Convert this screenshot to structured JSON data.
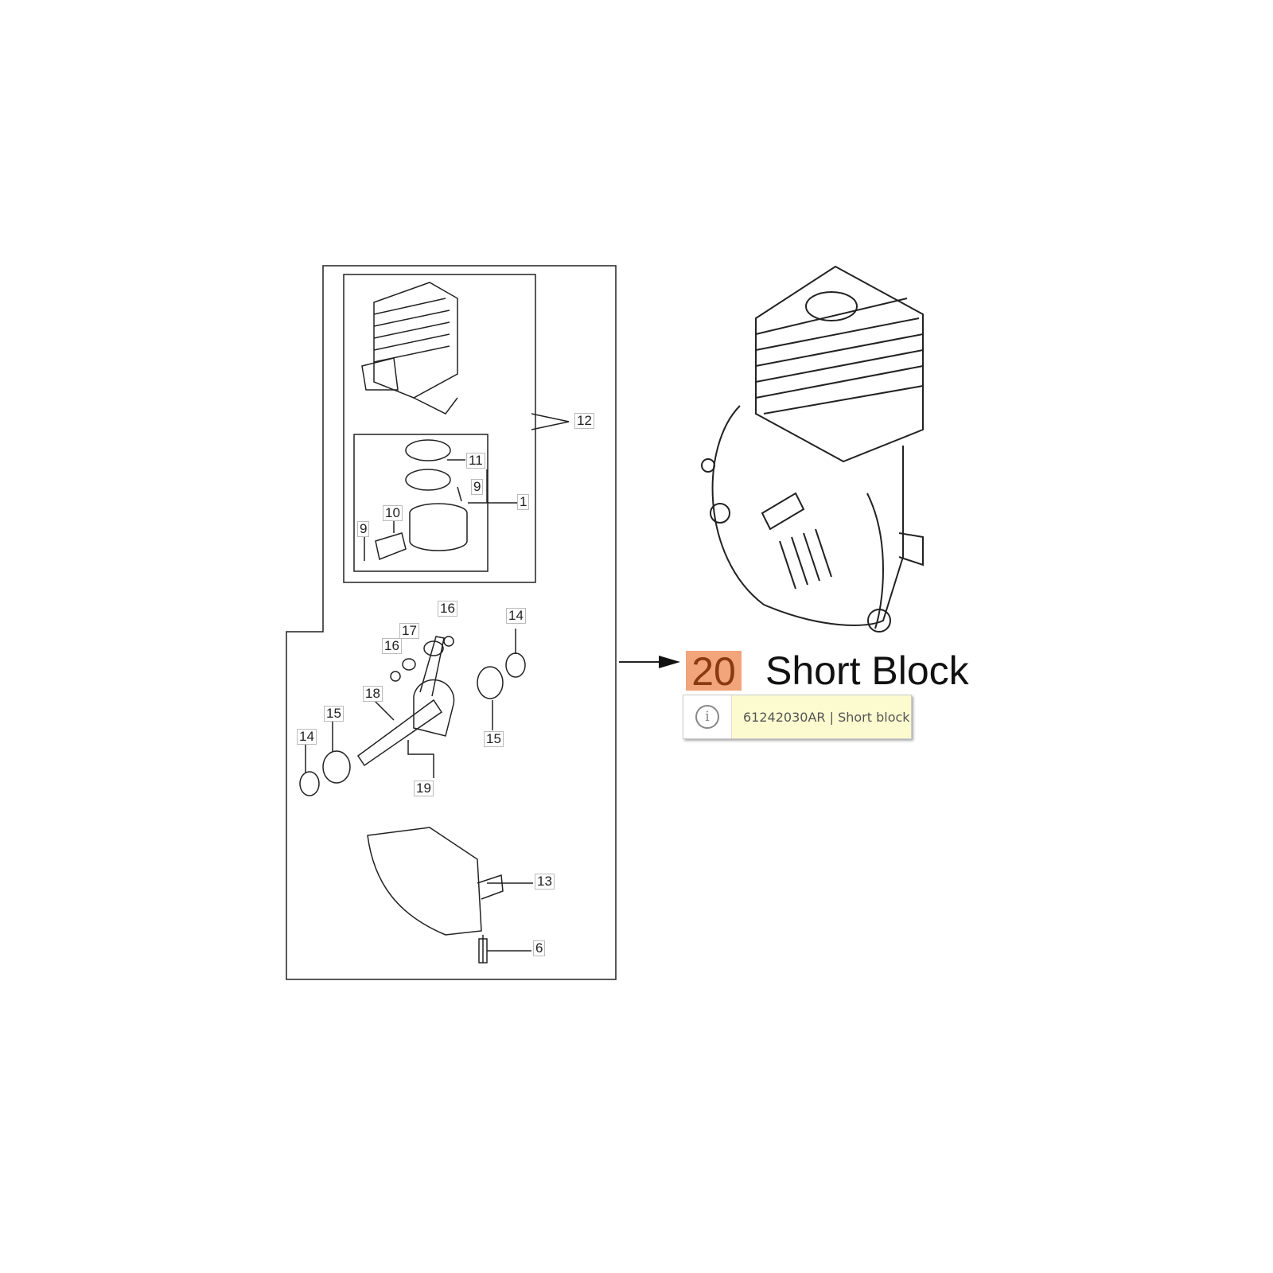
{
  "callouts": [
    "12",
    "11",
    "9",
    "1",
    "10",
    "9",
    "16",
    "14",
    "17",
    "16",
    "18",
    "15",
    "14",
    "15",
    "19",
    "13",
    "6"
  ],
  "reference": {
    "number": "20",
    "title": "Short Block"
  },
  "tooltip": {
    "icon": "info-icon",
    "text": "61242030AR | Short block"
  },
  "colors": {
    "highlight": "#f2a47a",
    "tooltip_bg": "#fcfbd0"
  }
}
